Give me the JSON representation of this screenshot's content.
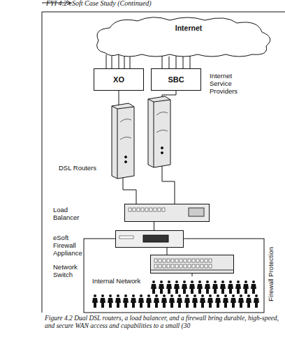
{
  "diagram": {
    "title": "FYI 4.2 eSoft Case Study (Continued)",
    "caption": "Figure 4.2 Dual DSL routers, a load balancer, and a firewall bring durable, high-speed, and secure WAN access and capabilities to a small (30",
    "nodes": [
      {
        "text": [
          "Internet"
        ]
      },
      {
        "text": [
          "XO"
        ]
      },
      {
        "text": [
          "SBC"
        ]
      },
      {
        "text": [
          "Load Balancer"
        ]
      },
      {
        "text": [
          "eSoft Firewall Appliance"
        ]
      },
      {
        "text": [
          "Network Switch"
        ]
      },
      {
        "text": [
          "Internal Network"
        ]
      }
    ],
    "edges": [
      {
        "from": 0,
        "to": 1,
        "arrow": "none"
      },
      {
        "from": 0,
        "to": 2,
        "arrow": "none"
      },
      {
        "from": 3,
        "to": 4,
        "arrow": "none"
      },
      {
        "from": 4,
        "to": 5,
        "arrow": "none"
      },
      {
        "from": 5,
        "to": 6,
        "arrow": "none"
      }
    ],
    "labels": [
      "Internet Service Providers",
      "DSL Routers",
      "Firewall Protection"
    ]
  }
}
